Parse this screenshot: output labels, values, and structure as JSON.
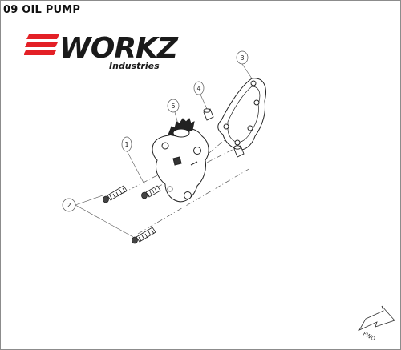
{
  "title": "09 OIL PUMP",
  "logo": {
    "brand": "WORKZ",
    "tagline": "Industries",
    "accent_color": "#e32026",
    "text_color": "#1a1a1a"
  },
  "callouts": [
    "1",
    "2",
    "3",
    "4",
    "5"
  ],
  "direction_label": "FWD",
  "icons": {
    "direction_arrow": "fwd-arrow-icon"
  }
}
